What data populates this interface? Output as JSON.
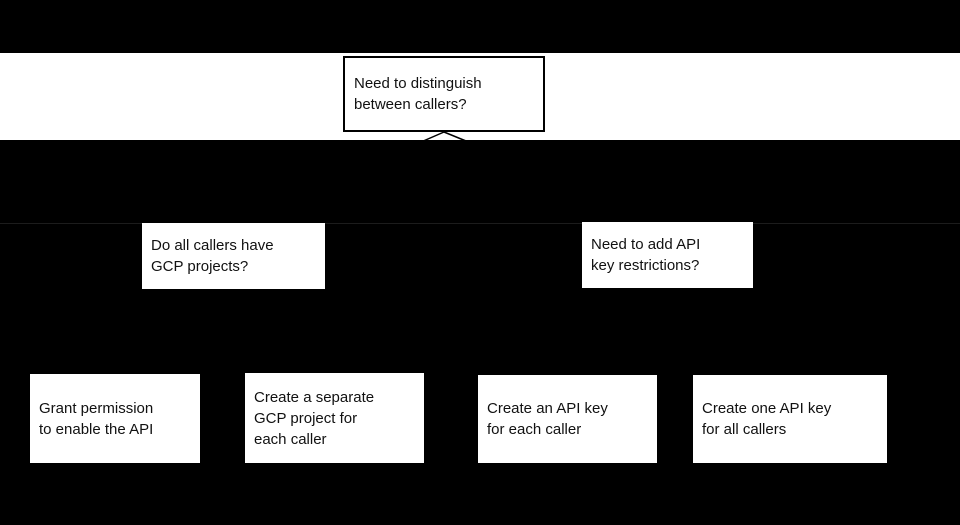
{
  "page": {
    "type": "flowchart-screenshot",
    "colors": {
      "background": "#000000",
      "band": "#ffffff",
      "box_fill": "#ffffff",
      "box_border": "#000000",
      "text": "#111111",
      "connector": "#000000",
      "divider": "#1c1c1c"
    }
  },
  "flowchart": {
    "nodes": {
      "q1": {
        "label": "Need to distinguish\nbetween callers?",
        "type": "decision"
      },
      "q2": {
        "label": "Do all callers have\nGCP projects?",
        "type": "decision"
      },
      "q3": {
        "label": "Need to add API\nkey restrictions?",
        "type": "decision"
      },
      "a1": {
        "label": "Grant permission\nto enable the API",
        "type": "action"
      },
      "a2": {
        "label": "Create a separate\nGCP project for\neach caller",
        "type": "action"
      },
      "a3": {
        "label": "Create an API key\nfor each caller",
        "type": "action"
      },
      "a4": {
        "label": "Create one API key\nfor all callers",
        "type": "action"
      }
    },
    "edges": [
      {
        "from": "q1",
        "to": "q2"
      },
      {
        "from": "q1",
        "to": "q3"
      },
      {
        "from": "q2",
        "to": "a1"
      },
      {
        "from": "q2",
        "to": "a2"
      },
      {
        "from": "q3",
        "to": "a3"
      },
      {
        "from": "q3",
        "to": "a4"
      }
    ]
  }
}
